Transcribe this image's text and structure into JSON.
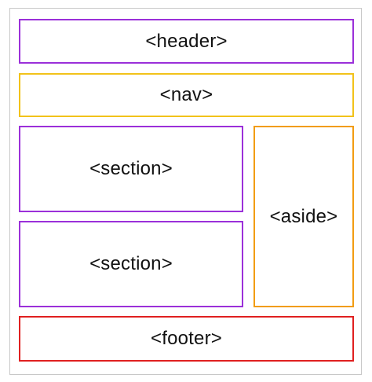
{
  "boxes": {
    "header": {
      "label": "<header>",
      "color": "#9b30d9"
    },
    "nav": {
      "label": "<nav>",
      "color": "#f2c21a"
    },
    "section1": {
      "label": "<section>",
      "color": "#9b30d9"
    },
    "section2": {
      "label": "<section>",
      "color": "#9b30d9"
    },
    "aside": {
      "label": "<aside>",
      "color": "#f29c12"
    },
    "footer": {
      "label": "<footer>",
      "color": "#e02020"
    }
  }
}
